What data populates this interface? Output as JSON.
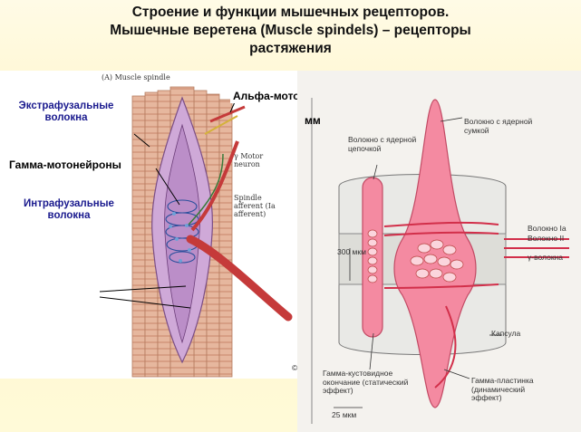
{
  "title": {
    "line1": "Строение и функции мышечных рецепторов.",
    "line2": "Мышечные веретена (Muscle spindels) – рецепторы",
    "line3": "растяжения"
  },
  "left_figure": {
    "caption": "(A) Muscle spindle",
    "labels": {
      "extrafusal": "Экстрафузальные волокна",
      "gamma_mn": "Гамма-мотонейроны",
      "intrafusal": "Интрафузальные волокна",
      "alpha_mn": "Альфа-мотонейроны",
      "mm": "мм",
      "gamma_motor": "γ Motor neuron",
      "spindle_afferent": "Spindle afferent (Ia afferent)"
    }
  },
  "right_figure": {
    "labels": {
      "nuclear_bag": "Волокно с ядерной сумкой",
      "nuclear_chain": "Волокно с ядерной цепочкой",
      "scale_300": "300 мкм",
      "fiber_ia": "Волокно Ia",
      "fiber_ii": "Волокно II",
      "gamma_fibers": "γ-волокна",
      "capsule": "Капсула",
      "gamma_bush": "Гамма-кустовидное окончание (статический эффект)",
      "gamma_plate": "Гамма-пластинка (динамический эффект)",
      "scale_25": "25 мкм",
      "corner_mark": "©"
    }
  },
  "colors": {
    "fiber_pink": "#e3b49a",
    "spindle_purple": "#c9a3d3",
    "nerve_red": "#c53a3a",
    "label_blue": "#1a1a8e",
    "diagram_pink": "#f07e95"
  }
}
